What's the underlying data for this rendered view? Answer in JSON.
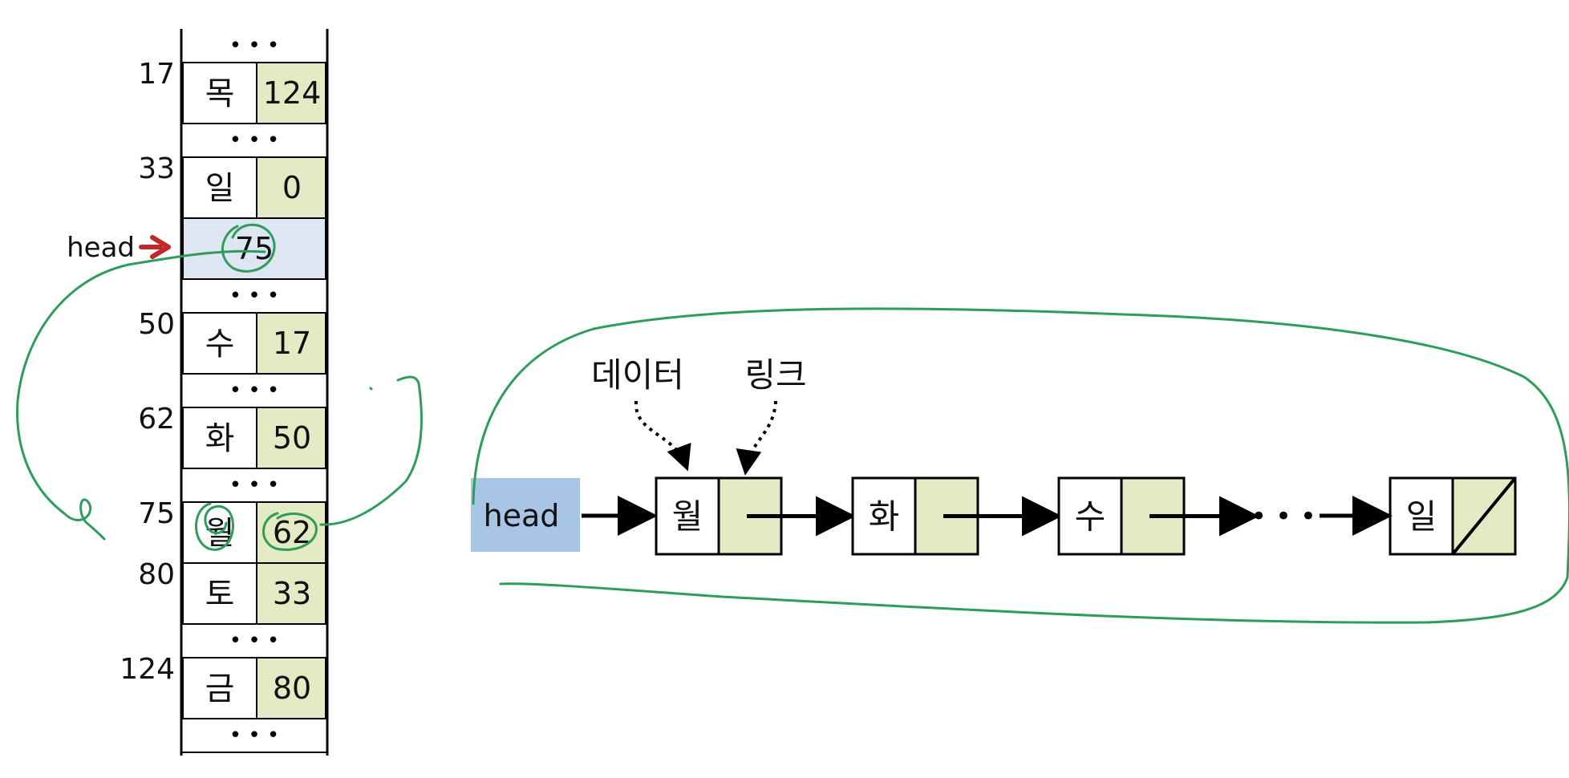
{
  "memory": {
    "head_label": "head",
    "ellipsis": "• • •",
    "rows": [
      {
        "kind": "gap"
      },
      {
        "kind": "node",
        "addr": "17",
        "data": "목",
        "link": "124"
      },
      {
        "kind": "gap"
      },
      {
        "kind": "node",
        "addr": "33",
        "data": "일",
        "link": "0"
      },
      {
        "kind": "head",
        "addr": "",
        "data": "",
        "link": "75"
      },
      {
        "kind": "gap"
      },
      {
        "kind": "node",
        "addr": "50",
        "data": "수",
        "link": "17"
      },
      {
        "kind": "gap"
      },
      {
        "kind": "node",
        "addr": "62",
        "data": "화",
        "link": "50"
      },
      {
        "kind": "gap"
      },
      {
        "kind": "node",
        "addr": "75",
        "data": "월",
        "link": "62"
      },
      {
        "kind": "node",
        "addr": "80",
        "data": "토",
        "link": "33"
      },
      {
        "kind": "gap"
      },
      {
        "kind": "node",
        "addr": "124",
        "data": "금",
        "link": "80"
      },
      {
        "kind": "gap"
      }
    ]
  },
  "list": {
    "head_label": "head",
    "data_label": "데이터",
    "link_label": "링크",
    "ellipsis": "• • •",
    "nodes": [
      "월",
      "화",
      "수",
      "일"
    ]
  },
  "colors": {
    "link_cell": "#e4eac4",
    "head_cell": "#dde6f2",
    "head_box": "#a9c5e6",
    "head_arrow": "#c0282a",
    "annotation": "#2e9c5a"
  }
}
